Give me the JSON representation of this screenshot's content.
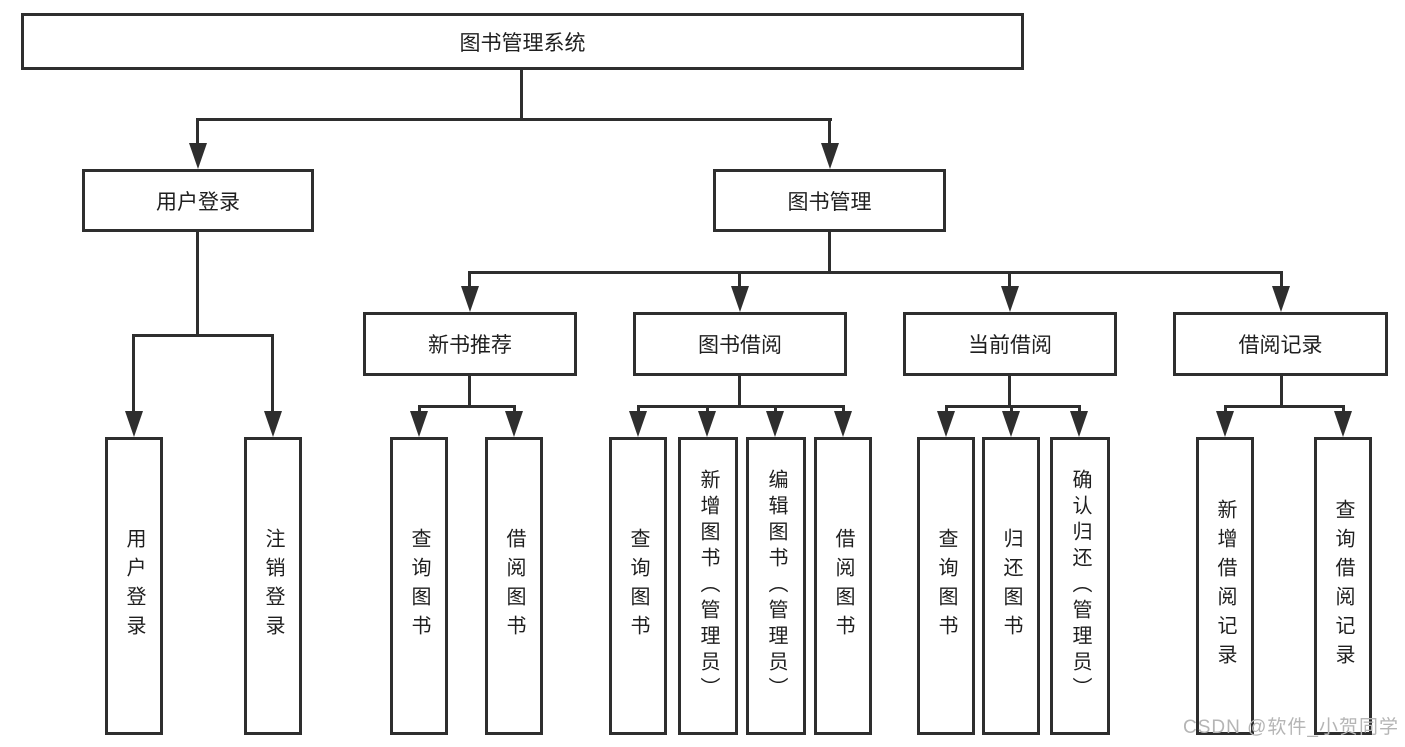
{
  "colors": {
    "line": "#2e2e2e",
    "text": "#1f1f1f",
    "watermark": "#b5b5b5",
    "background": "#ffffff"
  },
  "diagram": {
    "root": {
      "label": "图书管理系统"
    },
    "level2": {
      "user_login": {
        "label": "用户登录"
      },
      "book_mgmt": {
        "label": "图书管理"
      }
    },
    "level3": {
      "new_books": {
        "label": "新书推荐"
      },
      "book_borrow": {
        "label": "图书借阅"
      },
      "current_borrow": {
        "label": "当前借阅"
      },
      "borrow_records": {
        "label": "借阅记录"
      }
    },
    "leaves": {
      "user_login_leaf": {
        "label": "用户登录"
      },
      "logout": {
        "label": "注销登录"
      },
      "nb_query": {
        "label": "查询图书"
      },
      "nb_borrow": {
        "label": "借阅图书"
      },
      "bb_query": {
        "label": "查询图书"
      },
      "bb_add": {
        "label": "新增图书（管理员）"
      },
      "bb_edit": {
        "label": "编辑图书（管理员）"
      },
      "bb_borrow": {
        "label": "借阅图书"
      },
      "cb_query": {
        "label": "查询图书"
      },
      "cb_return": {
        "label": "归还图书"
      },
      "cb_confirm": {
        "label": "确认归还（管理员）"
      },
      "br_add": {
        "label": "新增借阅记录"
      },
      "br_query": {
        "label": "查询借阅记录"
      }
    }
  },
  "watermark": {
    "text": "CSDN @软件_小贺同学"
  }
}
